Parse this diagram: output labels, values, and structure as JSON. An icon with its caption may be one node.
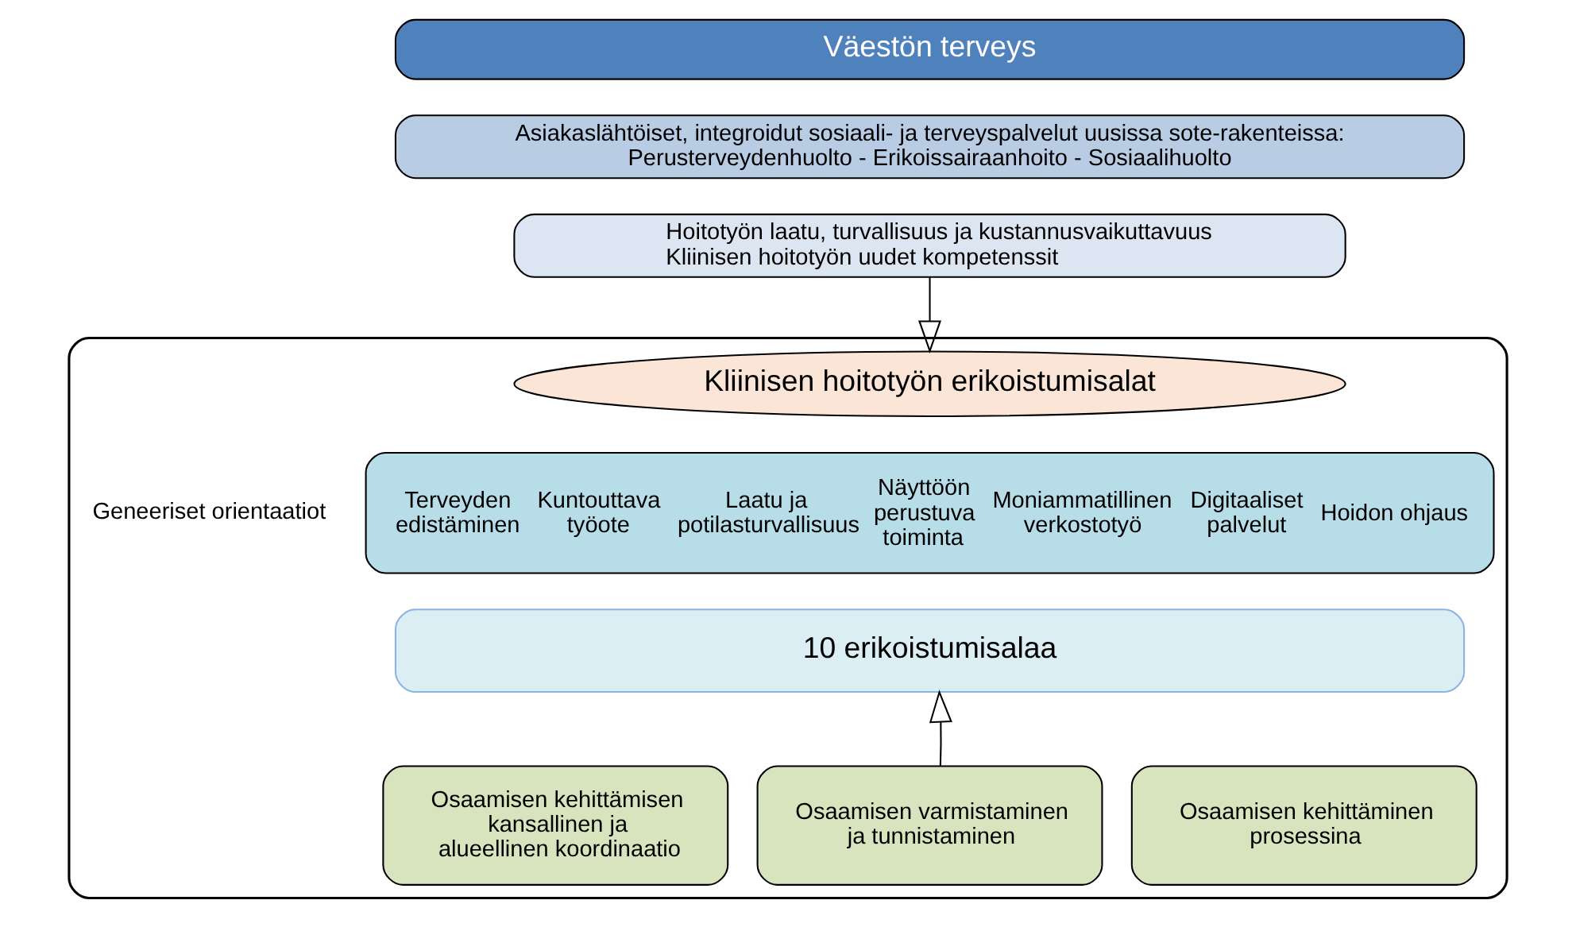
{
  "diagram": {
    "nodes": [
      {
        "text": [
          "Väestön terveys"
        ]
      },
      {
        "text": [
          "Asiakaslähtöiset, integroidut sosiaali- ja terveyspalvelut uusissa sote-rakenteissa:",
          "Perusterveydenhuolto - Erikoissairaanhoito - Sosiaalihuolto"
        ]
      },
      {
        "text": [
          "Hoitotyön laatu, turvallisuus ja kustannusvaikuttavuus",
          "Kliinisen hoitotyön uudet kompetenssit"
        ]
      },
      {
        "text": [],
        "shape": "box"
      },
      {
        "text": [
          "Kliinisen hoitotyön erikoistumisalat"
        ],
        "in": 3
      },
      {
        "text": [
          "Terveyden edistäminen",
          "Kuntouttava työote",
          "Laatu ja potilasturvallisuus",
          "Näyttöön perustuva toiminta",
          "Moniammatillinen verkostotyö",
          "Digitaaliset palvelut",
          "Hoidon ohjaus"
        ],
        "in": 3,
        "beside": [
          "Geneeriset orientaatiot"
        ]
      },
      {
        "text": [
          "10 erikoistumisalaa"
        ],
        "in": 3
      },
      {
        "text": [
          "Osaamisen kehittämisen kansallinen ja alueellinen koordinaatio"
        ],
        "in": 3
      },
      {
        "text": [
          "Osaamisen varmistaminen ja tunnistaminen"
        ],
        "in": 3
      },
      {
        "text": [
          "Osaamisen kehittäminen prosessina"
        ],
        "in": 3
      }
    ],
    "edges": [
      {
        "from": 2,
        "to": 4,
        "arrow": "to"
      },
      {
        "from": 8,
        "to": 6,
        "arrow": "to"
      }
    ]
  }
}
